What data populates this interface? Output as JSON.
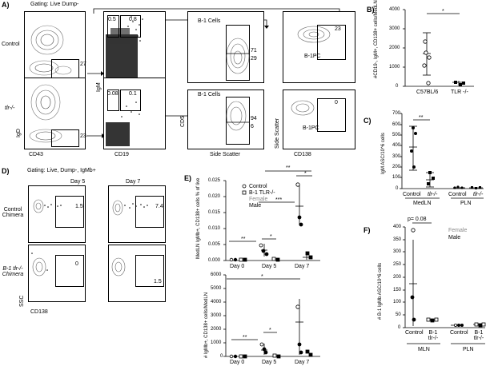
{
  "panelA": {
    "letter": "A)",
    "gating": "Gating: Live Dump-",
    "row_labels": [
      "Control",
      "tlr-/-"
    ],
    "gates": {
      "r1c1": "27",
      "r1c2a": "0.5",
      "r1c2b": "0.8",
      "r1c3a": "71",
      "r1c3b": "29",
      "r1c4": "23",
      "r2c1": "23",
      "r2c2a": "0.08",
      "r2c2b": "0.1",
      "r2c3a": "94",
      "r2c3b": "6",
      "r2c4": "0"
    },
    "pop_labels": {
      "b1": "B-1 Cells",
      "b1pc": "B-1PC"
    },
    "axes": {
      "igd": "IgD",
      "cd43": "CD43",
      "igm": "IgM",
      "cd19": "CD19",
      "cd5": "CD5",
      "ssc": "Side Scatter",
      "ss2": "Side Scatter",
      "cd138": "CD138"
    }
  },
  "panelB": {
    "letter": "B)",
    "sig": "*",
    "ylabel": "#CD19-, IgM+, CD138+ cells/MedLN",
    "xticks": [
      "C57BL/6",
      "TLR -/-"
    ],
    "yticks": [
      "0",
      "1000",
      "2000",
      "3000",
      "4000"
    ]
  },
  "panelC": {
    "letter": "C)",
    "sig": "**",
    "ylabel": "IgM ASC/10^6 cells",
    "xticks": [
      "Control",
      "tlr-/-",
      "Control",
      "tlr-/-"
    ],
    "groups": [
      "MedLN",
      "PLN"
    ],
    "yticks": [
      "0",
      "100",
      "200",
      "300",
      "400",
      "500",
      "600",
      "700"
    ]
  },
  "panelD": {
    "letter": "D)",
    "gating": "Gating: Live, Dump-, IgMb+",
    "days": [
      "Day 5",
      "Day 7"
    ],
    "row_labels": [
      "Control Chimera",
      "B-1 tlr-/- Chimera"
    ],
    "gates": {
      "r1c1": "1.5",
      "r1c2": "7.4",
      "r2c1": "0",
      "r2c2": "1.5"
    },
    "axes": {
      "ssc": "SSC",
      "cd138": "CD138"
    }
  },
  "panelE": {
    "letter": "E)",
    "legend": {
      "control": "Control",
      "b1tlr": "B-1 TLR-/-",
      "female": "Female",
      "male": "Male"
    },
    "top_ylabel": "MedLN IgMb+, CD138+ cells % of live",
    "top_yticks": [
      "0.000",
      "0.005",
      "0.010",
      "0.015",
      "0.020",
      "0.025"
    ],
    "bottom_ylabel": "# IgMb+, CD138+ cells/MedLN",
    "bottom_yticks": [
      "0",
      "1000",
      "2000",
      "3000",
      "4000",
      "5000",
      "6000"
    ],
    "xticks": [
      "Day 0",
      "Day 5",
      "Day 7"
    ],
    "top_sigs": [
      "***",
      "**",
      "*",
      "**",
      "*"
    ],
    "bottom_sigs": [
      "*",
      "**",
      "*"
    ]
  },
  "panelF": {
    "letter": "F)",
    "pval": "p= 0.08",
    "legend": {
      "female": "Female",
      "male": "Male"
    },
    "ylabel": "# B-1 IgMb ASC/10^6 cells",
    "yticks": [
      "0",
      "50",
      "100",
      "150",
      "200",
      "250",
      "300",
      "350",
      "400"
    ],
    "xticks": [
      "Control",
      "B-1 tlr-/-",
      "Control",
      "B-1 tlr-/-"
    ],
    "groups": [
      "MLN",
      "PLN"
    ]
  },
  "colors": {
    "female": "#888888",
    "male": "#000000"
  }
}
